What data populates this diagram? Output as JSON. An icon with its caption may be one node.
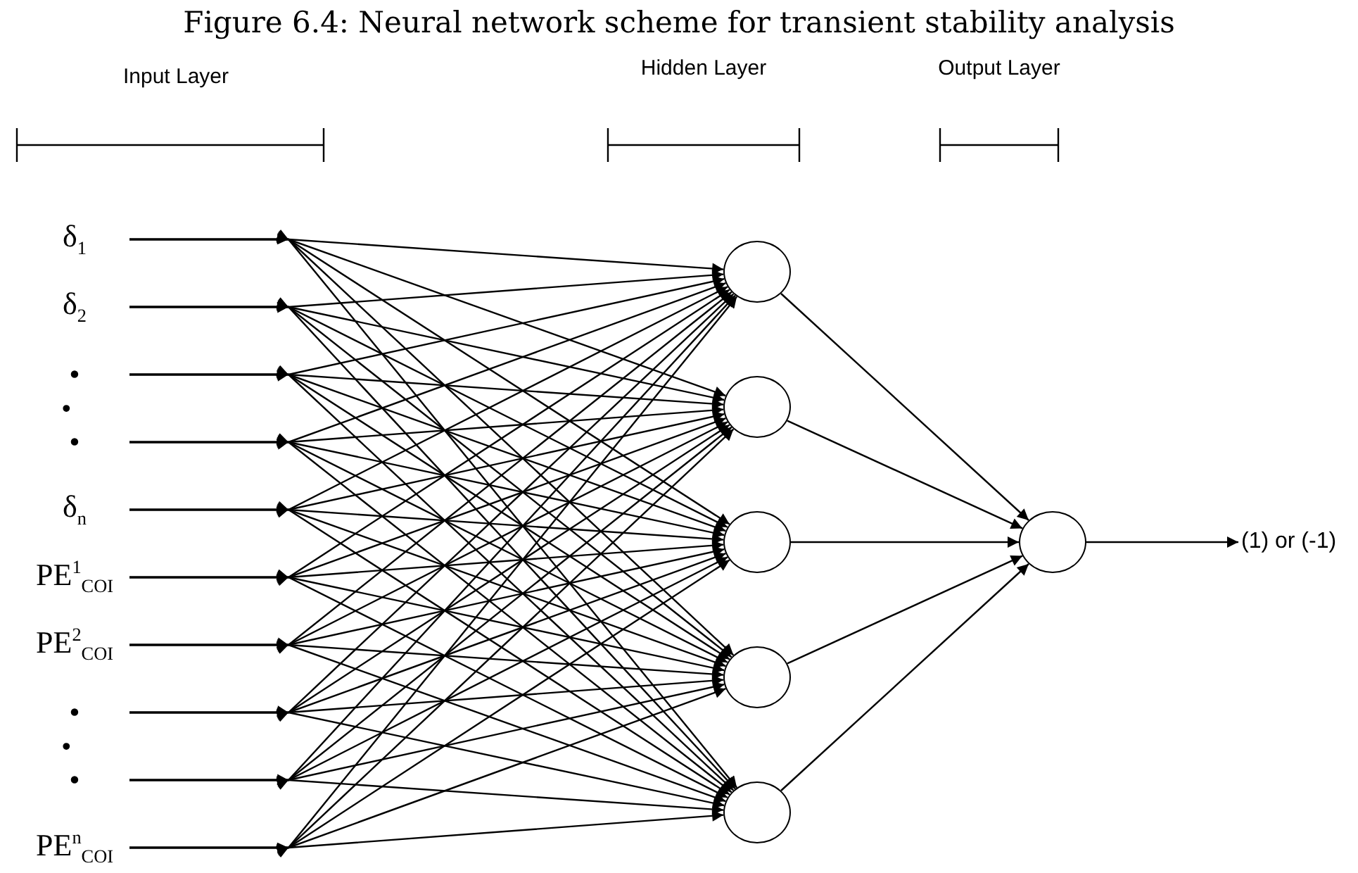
{
  "diagram": {
    "title": "Figure 6.4: Neural network scheme for transient stability analysis",
    "nodes": [
      {
        "text": [
          "δ$_{1}$"
        ]
      },
      {
        "text": [
          "δ$_{2}$"
        ]
      },
      {
        "text": [
          "•"
        ]
      },
      {
        "text": [
          "•"
        ]
      },
      {
        "text": [
          "δ$_{n}$"
        ]
      },
      {
        "text": [
          "PE$^{1}$$_{COI}$"
        ]
      },
      {
        "text": [
          "PE$^{2}$$_{COI}$"
        ]
      },
      {
        "text": [
          "•"
        ]
      },
      {
        "text": [
          "•"
        ]
      },
      {
        "text": [
          "PE$^{n}$$_{COI}$"
        ]
      },
      {
        "text": [],
        "shape": "circle"
      },
      {
        "text": [],
        "shape": "circle"
      },
      {
        "text": [],
        "shape": "circle"
      },
      {
        "text": [],
        "shape": "circle"
      },
      {
        "text": [],
        "shape": "circle"
      },
      {
        "text": [],
        "shape": "circle"
      },
      {
        "text": [
          "(1) or (-1)"
        ]
      }
    ],
    "edges": [
      {
        "from": 0,
        "to": 10,
        "arrow": "to"
      },
      {
        "from": 0,
        "to": 11,
        "arrow": "to"
      },
      {
        "from": 0,
        "to": 12,
        "arrow": "to"
      },
      {
        "from": 0,
        "to": 13,
        "arrow": "to"
      },
      {
        "from": 0,
        "to": 14,
        "arrow": "to"
      },
      {
        "from": 1,
        "to": 10,
        "arrow": "to"
      },
      {
        "from": 1,
        "to": 11,
        "arrow": "to"
      },
      {
        "from": 1,
        "to": 12,
        "arrow": "to"
      },
      {
        "from": 1,
        "to": 13,
        "arrow": "to"
      },
      {
        "from": 1,
        "to": 14,
        "arrow": "to"
      },
      {
        "from": 2,
        "to": 10,
        "arrow": "to"
      },
      {
        "from": 2,
        "to": 11,
        "arrow": "to"
      },
      {
        "from": 2,
        "to": 12,
        "arrow": "to"
      },
      {
        "from": 2,
        "to": 13,
        "arrow": "to"
      },
      {
        "from": 2,
        "to": 14,
        "arrow": "to"
      },
      {
        "from": 3,
        "to": 10,
        "arrow": "to"
      },
      {
        "from": 3,
        "to": 11,
        "arrow": "to"
      },
      {
        "from": 3,
        "to": 12,
        "arrow": "to"
      },
      {
        "from": 3,
        "to": 13,
        "arrow": "to"
      },
      {
        "from": 3,
        "to": 14,
        "arrow": "to"
      },
      {
        "from": 4,
        "to": 10,
        "arrow": "to"
      },
      {
        "from": 4,
        "to": 11,
        "arrow": "to"
      },
      {
        "from": 4,
        "to": 12,
        "arrow": "to"
      },
      {
        "from": 4,
        "to": 13,
        "arrow": "to"
      },
      {
        "from": 4,
        "to": 14,
        "arrow": "to"
      },
      {
        "from": 5,
        "to": 10,
        "arrow": "to"
      },
      {
        "from": 5,
        "to": 11,
        "arrow": "to"
      },
      {
        "from": 5,
        "to": 12,
        "arrow": "to"
      },
      {
        "from": 5,
        "to": 13,
        "arrow": "to"
      },
      {
        "from": 5,
        "to": 14,
        "arrow": "to"
      },
      {
        "from": 6,
        "to": 10,
        "arrow": "to"
      },
      {
        "from": 6,
        "to": 11,
        "arrow": "to"
      },
      {
        "from": 6,
        "to": 12,
        "arrow": "to"
      },
      {
        "from": 6,
        "to": 13,
        "arrow": "to"
      },
      {
        "from": 6,
        "to": 14,
        "arrow": "to"
      },
      {
        "from": 7,
        "to": 10,
        "arrow": "to"
      },
      {
        "from": 7,
        "to": 11,
        "arrow": "to"
      },
      {
        "from": 7,
        "to": 12,
        "arrow": "to"
      },
      {
        "from": 7,
        "to": 13,
        "arrow": "to"
      },
      {
        "from": 7,
        "to": 14,
        "arrow": "to"
      },
      {
        "from": 8,
        "to": 10,
        "arrow": "to"
      },
      {
        "from": 8,
        "to": 11,
        "arrow": "to"
      },
      {
        "from": 8,
        "to": 12,
        "arrow": "to"
      },
      {
        "from": 8,
        "to": 13,
        "arrow": "to"
      },
      {
        "from": 8,
        "to": 14,
        "arrow": "to"
      },
      {
        "from": 9,
        "to": 10,
        "arrow": "to"
      },
      {
        "from": 9,
        "to": 11,
        "arrow": "to"
      },
      {
        "from": 9,
        "to": 12,
        "arrow": "to"
      },
      {
        "from": 9,
        "to": 13,
        "arrow": "to"
      },
      {
        "from": 9,
        "to": 14,
        "arrow": "to"
      },
      {
        "from": 10,
        "to": 15,
        "arrow": "to"
      },
      {
        "from": 11,
        "to": 15,
        "arrow": "to"
      },
      {
        "from": 12,
        "to": 15,
        "arrow": "to"
      },
      {
        "from": 13,
        "to": 15,
        "arrow": "to"
      },
      {
        "from": 14,
        "to": 15,
        "arrow": "to"
      },
      {
        "from": 15,
        "to": 16,
        "arrow": "to"
      }
    ],
    "labels": [
      "Input Layer",
      "Hidden Layer",
      "Output Layer",
      "•",
      "•"
    ]
  }
}
